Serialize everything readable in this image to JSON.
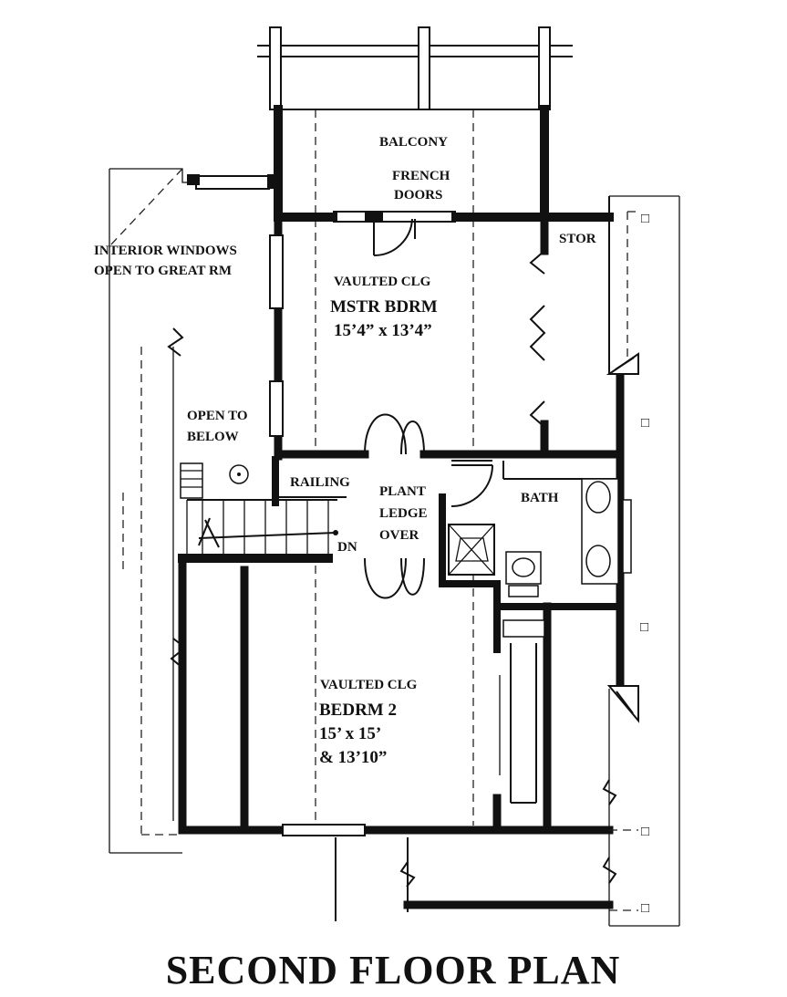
{
  "plan": {
    "title": "SECOND FLOOR PLAN",
    "rooms": {
      "balcony": "BALCONY",
      "french_doors_1": "FRENCH",
      "french_doors_2": "DOORS",
      "stor": "STOR",
      "interior_windows_1": "INTERIOR WINDOWS",
      "interior_windows_2": "OPEN TO GREAT RM",
      "master_clg": "VAULTED CLG",
      "master_name": "MSTR BDRM",
      "master_size": "15’4” x 13’4”",
      "open_below_1": "OPEN TO",
      "open_below_2": "BELOW",
      "railing": "RAILING",
      "plant_1": "PLANT",
      "plant_2": "LEDGE",
      "plant_3": "OVER",
      "dn": "DN",
      "bath": "BATH",
      "bed2_clg": "VAULTED CLG",
      "bed2_name": "BEDRM 2",
      "bed2_size_1": "15’ x 15’",
      "bed2_size_2": "& 13’10”"
    }
  }
}
